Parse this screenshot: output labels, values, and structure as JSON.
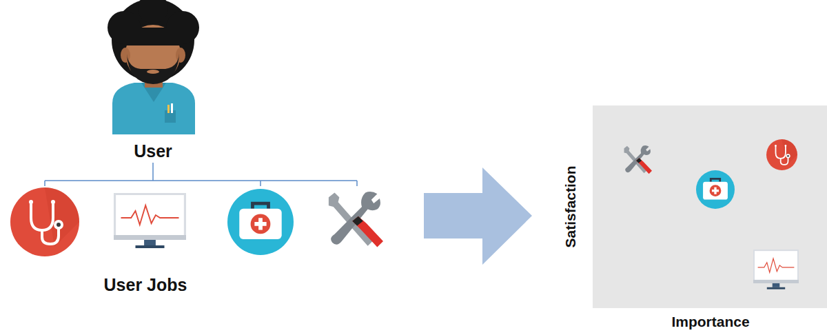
{
  "diagram": {
    "labels": [
      "User",
      "User Jobs",
      "Satisfaction",
      "Importance"
    ]
  }
}
